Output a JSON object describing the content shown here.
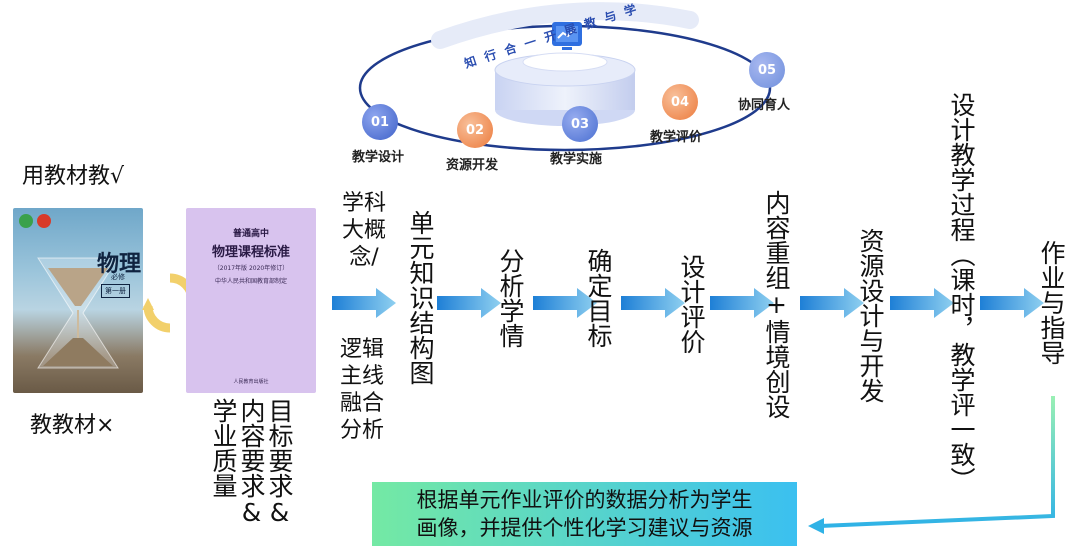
{
  "header": {
    "ring_title": "知行合一开展教与学",
    "nodes": [
      {
        "num": "01",
        "label": "教学设计"
      },
      {
        "num": "02",
        "label": "资源开发"
      },
      {
        "num": "03",
        "label": "教学实施"
      },
      {
        "num": "04",
        "label": "教学评价"
      },
      {
        "num": "05",
        "label": "协同育人"
      }
    ]
  },
  "left": {
    "use_textbook": "用教材教√",
    "teach_textbook": "教教材×",
    "book_physics": {
      "title": "物理",
      "volume": "第一册",
      "subtitle": "必修"
    },
    "book_standard": {
      "line1": "普通高中",
      "line2": "物理课程标准",
      "line3": "（2017年版 2020年修订）",
      "line4": "中华人民共和国教育部制定",
      "publisher": "人民教育出版社"
    },
    "standard_caption_cols": [
      "目标要求&",
      "内容要求&",
      "学业质量"
    ]
  },
  "flow": {
    "step0_top": "学科大概念/",
    "step0_bottom": "逻辑主线融合分析",
    "steps": [
      "单元知识结构图",
      "分析学情",
      "确定目标",
      "设计评价",
      "内容重组+情境创设",
      "资源设计与开发",
      "设计教学过程（课时，教学评一致）",
      "作业与指导"
    ]
  },
  "feedback": {
    "text_line1": "根据单元作业评价的数据分析为学生",
    "text_line2": "画像，并提供个性化学习建议与资源"
  },
  "colors": {
    "arrow_start": "#1e7fd6",
    "arrow_end": "#8fd0f0",
    "node1": "#4a6fd1",
    "node2": "#f0884c",
    "node3": "#5a80d8",
    "node4": "#f08d54",
    "node5": "#6f8fdc",
    "feedback_from": "#6ee7a8",
    "feedback_to": "#38bdf8"
  }
}
